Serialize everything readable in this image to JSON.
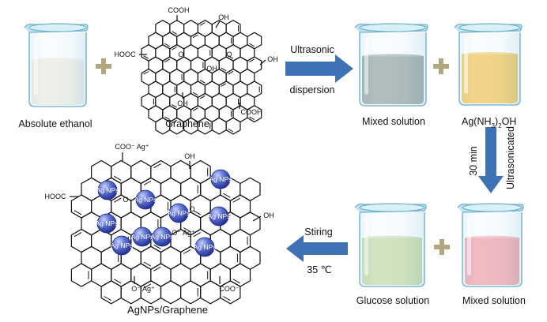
{
  "labels": {
    "absolute_ethanol": "Absolute ethanol",
    "graphene": "Graphene",
    "ultrasonic": "Ultrasonic",
    "dispersion": "dispersion",
    "mixed_solution_top": "Mixed solution",
    "ag_prefix": "Ag(NH",
    "ag_sub3": "3",
    "ag_paren": ")",
    "ag_sub2": "2",
    "ag_suffix": "OH",
    "time": "30 min",
    "ultrasonicated": "Ultrasonicated",
    "mixed_solution_bottom": "Mixed solution",
    "glucose_solution": "Glucose solution",
    "stiring": "Stiring",
    "temperature": "35 ℃",
    "product": "AgNPs/Graphene"
  },
  "graphene_groups": {
    "cooh_top": "COOH",
    "oh_top": "OH",
    "hooc_left": "HOOC",
    "o_a": "O",
    "o_b": "O",
    "oh_right": "OH",
    "oh_mid": "OH",
    "oh_bottom": "OH",
    "cooh_bottom": "COOH"
  },
  "product_groups": {
    "coo_top": "COO⁻ Ag⁺",
    "oh_top": "OH",
    "hooc_left": "HOOC",
    "oh_right": "OH",
    "o_mid_a": "O",
    "o_mid_b": "O",
    "o_ag_mid": "O⁻ Ag⁺",
    "o_ag_bottom": "O⁻ Ag⁺",
    "coo_bottom": "COO⁻"
  },
  "nanoparticle_label": "Ag NPs",
  "colors": {
    "ethanol": "#ece6d9",
    "mixed_gray": "#7e8b8a",
    "silver_solution": "#f2b62a",
    "pink_solution": "#f0868e",
    "glucose": "#b9d08d",
    "arrow": "#3f72b5",
    "plus": "#b3a57d",
    "nanoparticle": "#4557b5"
  }
}
